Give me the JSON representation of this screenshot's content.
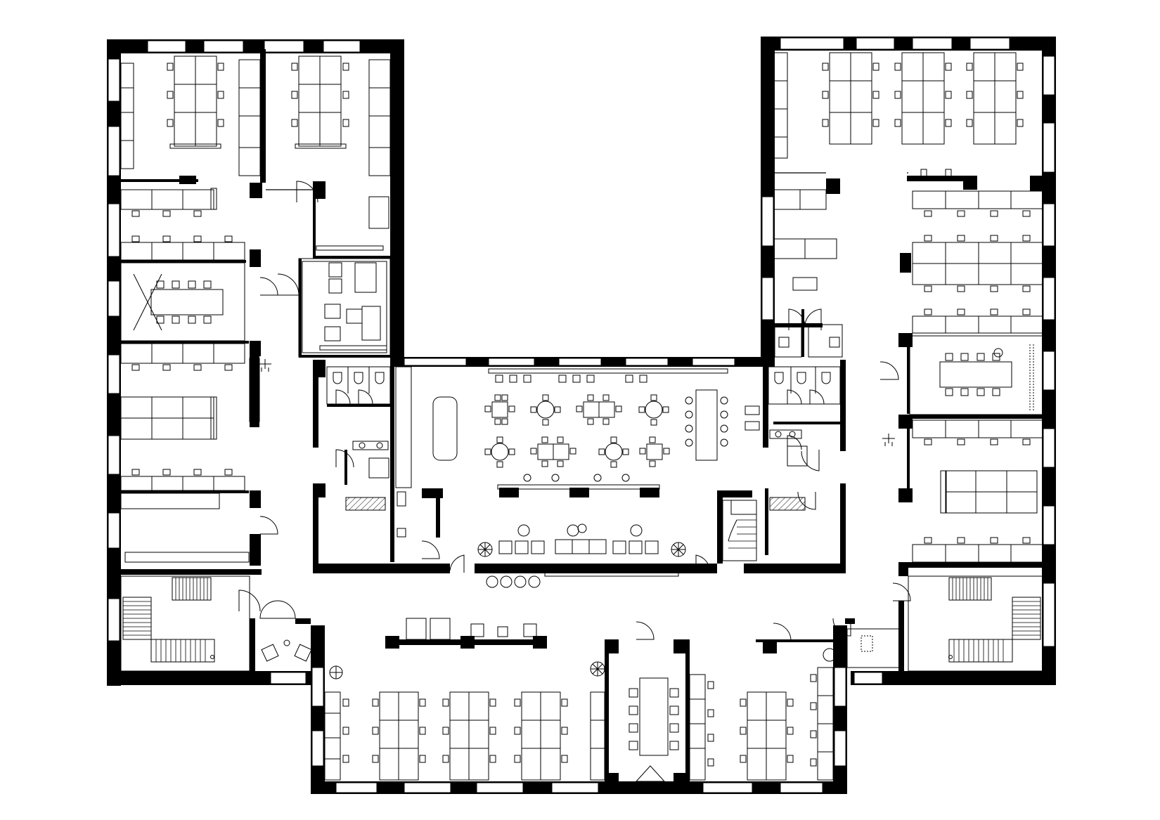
{
  "drawing": {
    "type": "architectural-floor-plan",
    "view": "office floor",
    "colors": {
      "line": "#000000",
      "background": "#ffffff"
    }
  },
  "wings": [
    {
      "id": "west-wing",
      "rooms": [
        "open-office",
        "open-office",
        "workstations",
        "meeting-room",
        "workstations",
        "storage",
        "stair"
      ]
    },
    {
      "id": "east-wing",
      "rooms": [
        "open-office",
        "workstations",
        "meeting-room",
        "workstations",
        "stair"
      ]
    },
    {
      "id": "center",
      "rooms": [
        "restrooms",
        "cafeteria",
        "restrooms",
        "kitchenette",
        "lounge",
        "elevator"
      ]
    },
    {
      "id": "south-wing",
      "rooms": [
        "open-office",
        "meeting-room",
        "open-office"
      ]
    }
  ],
  "furniture_groups": {
    "cafe_round_tables": 4,
    "cafe_square_tables": 4,
    "west_meeting_chairs": 8,
    "east_meeting_chairs": 8,
    "south_meeting_chairs": 8,
    "restroom_stalls": 6
  }
}
